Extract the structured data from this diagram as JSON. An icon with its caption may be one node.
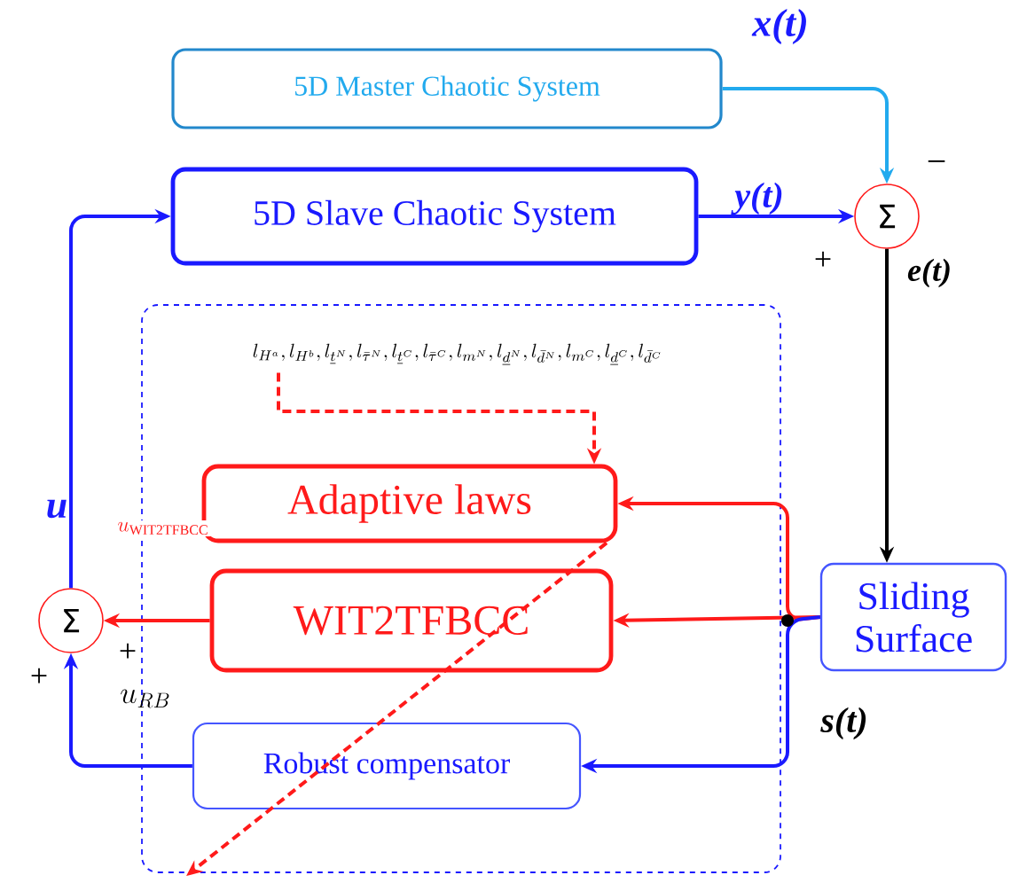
{
  "diagram": {
    "nodes": [
      {
        "text": [
          "5D Master Chaotic System"
        ]
      },
      {
        "text": [
          "5D Slave Chaotic System"
        ]
      },
      {
        "text": [
          "Σ"
        ]
      },
      {
        "text": [],
        "shape": "box"
      },
      {
        "text": [
          "l_{H^a}, l_{H^b}, l_{\\underline{t}^N}, l_{\\bar{\\tau}^N}, l_{\\underline{t}^C}, l_{\\bar{\\tau}^C}, l_{m^N}, l_{\\underline{d}^N}, l_{\\bar{d}^N}, l_{m^C}, l_{\\underline{d}^C}, l_{\\bar{d}^C}"
        ],
        "in": 3
      },
      {
        "text": [
          "Adaptive laws"
        ],
        "in": 3
      },
      {
        "text": [
          "WIT2TFBCC"
        ],
        "in": 3
      },
      {
        "text": [
          "Σ"
        ]
      },
      {
        "text": [
          "Sliding Surface"
        ]
      },
      {
        "text": [
          "Robust compensator"
        ],
        "in": 3
      }
    ],
    "edges": [
      {
        "from": 0,
        "to": 2,
        "arrow": "to",
        "label": "x(t)",
        "color": "#22aaee"
      },
      {
        "from": 1,
        "to": 2,
        "arrow": "to",
        "label": "y(t)",
        "color": "#1a1aff"
      },
      {
        "from": 2,
        "to": 8,
        "arrow": "to",
        "label": "e(t)",
        "color": "#000000"
      },
      {
        "from": 8,
        "to": 5,
        "arrow": "to",
        "color": "#ff1a1a"
      },
      {
        "from": 8,
        "to": 6,
        "arrow": "to",
        "color": "#ff1a1a"
      },
      {
        "from": 8,
        "to": 9,
        "arrow": "to",
        "label": "s(t)",
        "color": "#1a1aff"
      },
      {
        "from": 6,
        "to": 7,
        "arrow": "to",
        "color": "#ff1a1a"
      },
      {
        "from": 9,
        "to": 7,
        "arrow": "to",
        "label": "u_{RB}",
        "color": "#1a1aff"
      },
      {
        "from": 7,
        "to": 1,
        "arrow": "to",
        "label": "u",
        "color": "#1a1aff"
      },
      {
        "from": 4,
        "to": 5,
        "arrow": "to",
        "style": "dashed",
        "color": "#ff1a1a"
      },
      {
        "from": 5,
        "to": null,
        "arrow": "to",
        "style": "dashed",
        "color": "#ff1a1a"
      }
    ],
    "labels": [
      "−",
      "+",
      "u_{\\mathrm{WIT2TFBCC}}",
      "+",
      "+"
    ]
  }
}
